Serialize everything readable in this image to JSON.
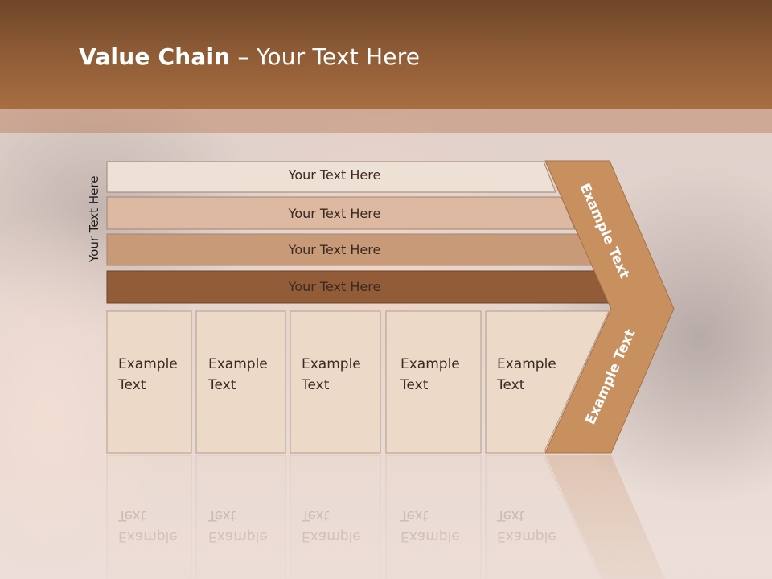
{
  "title": {
    "bold": "Value Chain",
    "rest": " – Your Text Here"
  },
  "side_label": "Your Text Here",
  "rows": [
    {
      "label": "Your Text Here",
      "color": "#ede0d4"
    },
    {
      "label": "Your Text Here",
      "color": "#dcb9a0"
    },
    {
      "label": "Your Text Here",
      "color": "#c89a78"
    },
    {
      "label": "Your Text Here",
      "color": "#915c37"
    }
  ],
  "cells": [
    {
      "line1": "Example",
      "line2": "Text"
    },
    {
      "line1": "Example",
      "line2": "Text"
    },
    {
      "line1": "Example",
      "line2": "Text"
    },
    {
      "line1": "Example",
      "line2": "Text"
    },
    {
      "line1": "Example",
      "line2": "Text"
    }
  ],
  "chevron": {
    "upper_label": "Example Text",
    "lower_label": "Example Text",
    "color": "#c8905f"
  },
  "colors": {
    "header": "#8f5c36",
    "cell_fill": "#ecd9c8",
    "cell_border": "#b39a88"
  }
}
